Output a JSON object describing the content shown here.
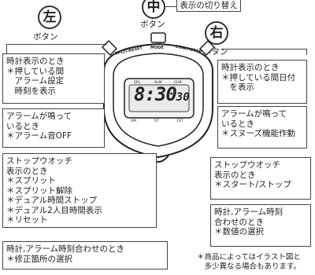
{
  "buttons": {
    "left": {
      "symbol": "左",
      "label": "ボタン"
    },
    "middle": {
      "symbol": "中",
      "label": "ボタン",
      "function": "表示の切り替え"
    },
    "right": {
      "symbol": "右",
      "label": "ボタン"
    }
  },
  "watch": {
    "brand_left": "SPLIT/RESET",
    "brand_mid": "MODE",
    "brand_right": "START/STOP",
    "time_main": "8:30",
    "time_sec": "30",
    "top_marks": [
      "SPL",
      "ALM",
      "CHR"
    ],
    "bottom_marks": [
      "AM",
      "ST",
      "1ST"
    ]
  },
  "left_boxes": [
    {
      "lines": [
        "時計表示のとき",
        "＊押している間",
        "　アラーム設定",
        "　時刻を表示"
      ]
    },
    {
      "lines": [
        "アラームが鳴って",
        "いるとき",
        "＊アラーム音OFF"
      ]
    },
    {
      "lines": [
        "ストップウオッチ",
        "表示のとき",
        "＊スプリット",
        "＊スプリット解除",
        "＊デュアル時間ストップ",
        "＊デュアル2人目時間表示",
        "＊リセット"
      ]
    },
    {
      "lines": [
        "時計,アラーム時刻合わせのとき",
        "＊修正箇所の選択"
      ]
    }
  ],
  "right_boxes": [
    {
      "lines": [
        "時計表示のとき",
        "＊押している間日付",
        "　を表示"
      ]
    },
    {
      "lines": [
        "アラームが鳴って",
        "いるとき",
        "＊スヌーズ機能作動"
      ]
    },
    {
      "lines": [
        "ストップウオッチ",
        "表示のとき",
        "＊スタート/ストップ"
      ]
    },
    {
      "lines": [
        "時計,アラーム時刻",
        "合わせのとき",
        "＊数値の選択"
      ]
    }
  ],
  "note": {
    "lines": [
      "＊商品によってはイラスト図と",
      "　多少異なる場合もあります。"
    ]
  }
}
